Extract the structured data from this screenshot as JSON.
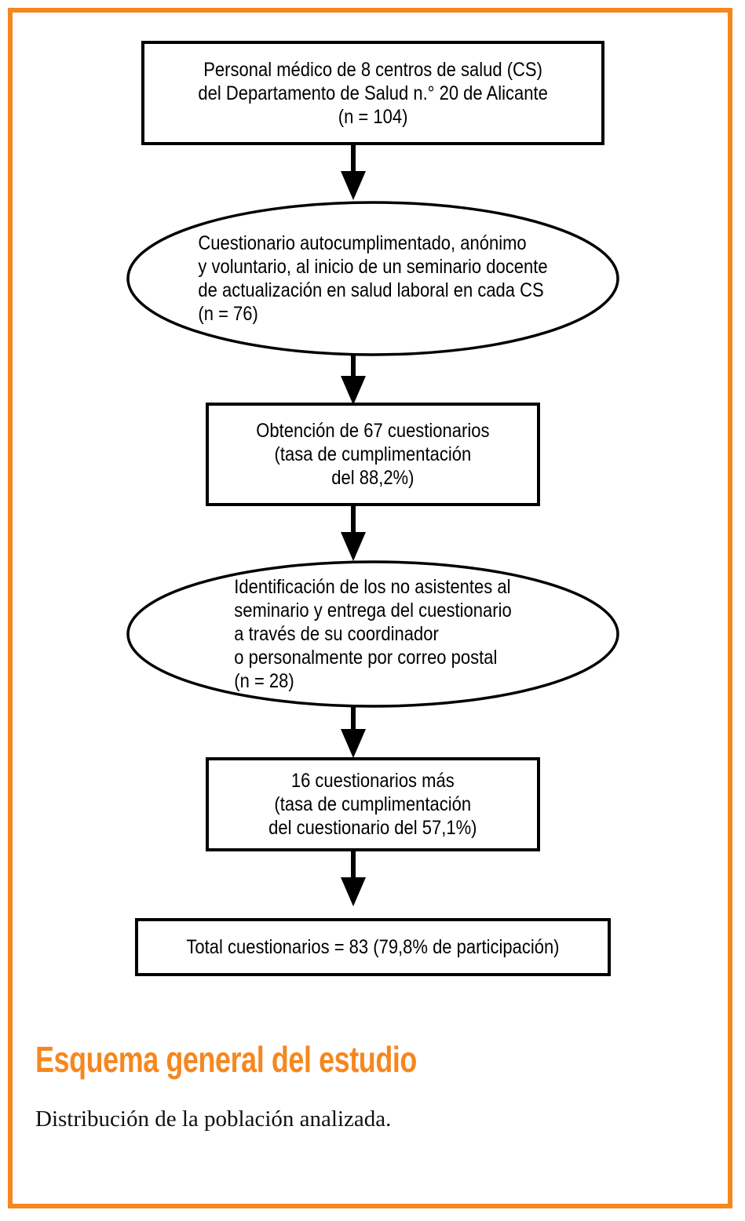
{
  "theme": {
    "accent": "#F6871F",
    "stroke": "#000000",
    "background": "#ffffff"
  },
  "chart_data": {
    "type": "diagram",
    "diagram_type": "flowchart",
    "title": "Esquema general del estudio",
    "subtitle": "Distribución de la población analizada.",
    "orientation": "top-to-bottom",
    "nodes": [
      {
        "id": "n1",
        "shape": "rectangle",
        "text": "Personal médico de 8 centros de salud (CS)\ndel Departamento de Salud n.° 20 de Alicante\n(n = 104)",
        "n": 104
      },
      {
        "id": "n2",
        "shape": "ellipse",
        "text": "Cuestionario autocumplimentado, anónimo\ny voluntario, al inicio de un seminario docente\nde actualización en salud laboral en cada CS\n(n = 76)",
        "n": 76
      },
      {
        "id": "n3",
        "shape": "rectangle",
        "text": "Obtención de 67 cuestionarios\n(tasa de cumplimentación\ndel 88,2%)",
        "n": 67,
        "rate": "88,2%"
      },
      {
        "id": "n4",
        "shape": "ellipse",
        "text": "Identificación de los no asistentes al\nseminario y entrega del cuestionario\na través de su coordinador\no personalmente por correo postal\n(n = 28)",
        "n": 28
      },
      {
        "id": "n5",
        "shape": "rectangle",
        "text": "16 cuestionarios más\n(tasa de cumplimentación\ndel cuestionario del 57,1%)",
        "n": 16,
        "rate": "57,1%"
      },
      {
        "id": "n6",
        "shape": "rectangle",
        "text": "Total cuestionarios = 83 (79,8% de participación)",
        "n": 83,
        "rate": "79,8%"
      }
    ],
    "edges": [
      {
        "from": "n1",
        "to": "n2",
        "style": "solid-arrow"
      },
      {
        "from": "n2",
        "to": "n3",
        "style": "solid-arrow"
      },
      {
        "from": "n3",
        "to": "n4",
        "style": "solid-arrow"
      },
      {
        "from": "n4",
        "to": "n5",
        "style": "solid-arrow"
      },
      {
        "from": "n5",
        "to": "n6",
        "style": "solid-arrow"
      }
    ]
  },
  "flow": {
    "node1": "Personal médico de 8 centros de salud (CS)\ndel Departamento de Salud n.° 20 de Alicante\n(n = 104)",
    "node2": "Cuestionario autocumplimentado, anónimo\ny voluntario, al inicio de un seminario docente\nde actualización en salud laboral en cada CS\n(n = 76)",
    "node3": "Obtención de 67 cuestionarios\n(tasa de cumplimentación\ndel 88,2%)",
    "node4": "Identificación de los no asistentes al\nseminario y entrega del cuestionario\na través de su coordinador\no personalmente por correo postal\n(n = 28)",
    "node5": "16 cuestionarios más\n(tasa de cumplimentación\ndel cuestionario del 57,1%)",
    "node6": "Total cuestionarios = 83 (79,8% de participación)"
  },
  "caption": {
    "title": "Esquema general del estudio",
    "subtitle": "Distribución de la población analizada."
  }
}
